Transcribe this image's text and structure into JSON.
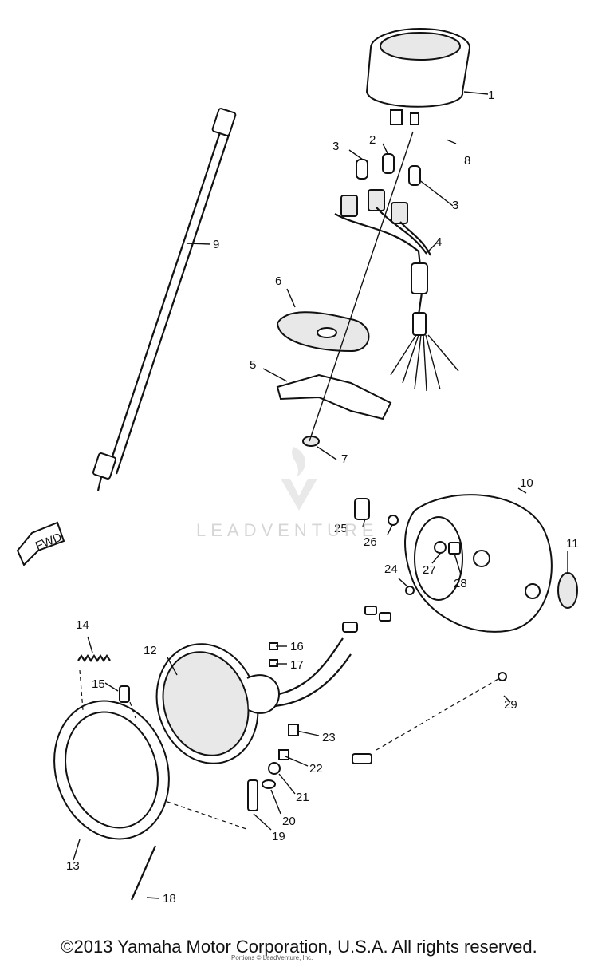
{
  "diagram": {
    "direction_label": "FWD",
    "callouts": [
      "1",
      "2",
      "3",
      "3",
      "4",
      "5",
      "6",
      "7",
      "8",
      "9",
      "10",
      "11",
      "12",
      "13",
      "14",
      "15",
      "16",
      "17",
      "18",
      "19",
      "20",
      "21",
      "22",
      "23",
      "24",
      "25",
      "26",
      "27",
      "28",
      "29"
    ]
  },
  "watermark": {
    "text": "LEADVENTURE"
  },
  "copyright": {
    "text": "©2013 Yamaha Motor Corporation, U.S.A. All rights reserved.",
    "overlay": "Portions © LeadVenture, Inc."
  }
}
